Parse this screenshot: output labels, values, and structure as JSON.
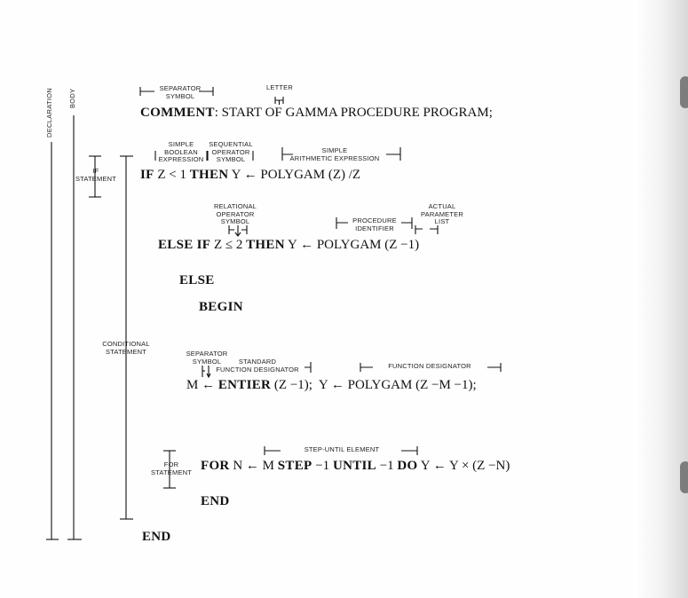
{
  "labels": {
    "declaration": "DECLARATION",
    "body": "BODY",
    "separator_symbol": "SEPARATOR\nSYMBOL",
    "letter": "LETTER",
    "simple_boolean_expression": "SIMPLE\nBOOLEAN\nEXPRESSION",
    "sequential_operator_symbol": "SEQUENTIAL\nOPERATOR\nSYMBOL",
    "simple_arithmetic_expression": "SIMPLE\nARITHMETIC EXPRESSION",
    "if_statement": "IF\nSTATEMENT",
    "relational_operator_symbol": "RELATIONAL\nOPERATOR\nSYMBOL",
    "procedure_identifier": "PROCEDURE\nIDENTIFIER",
    "actual_parameter_list": "ACTUAL\nPARAMETER\nLIST",
    "conditional_statement": "CONDITIONAL\nSTATEMENT",
    "separator_symbol_2": "SEPARATOR\nSYMBOL",
    "standard_function_designator": "STANDARD\nFUNCTION DESIGNATOR",
    "function_designator": "FUNCTION DESIGNATOR",
    "step_until_element": "STEP-UNTIL ELEMENT",
    "for_statement": "FOR\nSTATEMENT"
  },
  "code": {
    "l1_kw": "COMMENT",
    "l1_rest": ": START OF GAMMA PROCEDURE PROGRAM;",
    "l2_if": "IF",
    "l2_a": " Z < 1 ",
    "l2_then": "THEN",
    "l2_b": " Y ← POLYGAM (Z) /Z",
    "l3_else_if": "ELSE IF",
    "l3_a": " Z ≤ 2 ",
    "l3_then": "THEN",
    "l3_b": " Y ← POLYGAM (Z −1)",
    "l4_else": "ELSE",
    "l5_begin": "BEGIN",
    "l6_a": "M ← ",
    "l6_entier": "ENTIER",
    "l6_b": " (Z −1);  Y ← POLYGAM (Z −M −1);",
    "l7_for": "FOR",
    "l7_a": " N ← M ",
    "l7_step": "STEP",
    "l7_b": " −1 ",
    "l7_until": "UNTIL",
    "l7_c": " −1 ",
    "l7_do": "DO",
    "l7_d": " Y ← Y × (Z −N)",
    "l8_end": "END",
    "l9_end": "END"
  }
}
